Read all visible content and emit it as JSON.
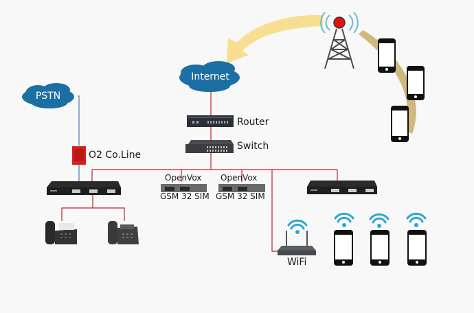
{
  "diagram": {
    "clouds": {
      "pstn": "PSTN",
      "internet": "Internet"
    },
    "devices": {
      "o2_line": "O2 Co.Line",
      "router": "Router",
      "switch": "Switch",
      "gateway1_top": "OpenVox",
      "gateway1_bottom": "GSM 32 SIM",
      "gateway2_top": "OpenVox",
      "gateway2_bottom": "GSM 32 SIM",
      "wifi": "WiFi"
    },
    "icons": [
      "cloud-icon",
      "sim-card-icon",
      "router-icon",
      "switch-icon",
      "pbx-icon",
      "gsm-gateway-icon",
      "ip-phone-icon",
      "wifi-router-icon",
      "wifi-signal-icon",
      "smartphone-icon",
      "cell-tower-icon",
      "curved-arrow-icon"
    ],
    "colors": {
      "cloud": "#1b6fa3",
      "link_red": "#c0202a",
      "link_blue": "#4a78b4",
      "arrow": "#f7dc8a",
      "path_gold": "#c9ad6a",
      "wifi_blue": "#2ba7d6",
      "tower_red": "#e61010"
    }
  }
}
